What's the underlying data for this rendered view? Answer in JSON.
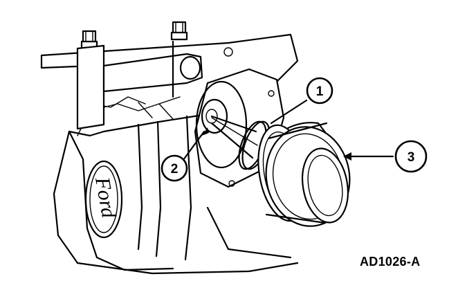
{
  "callouts": [
    {
      "id": "callout-1",
      "label": "1"
    },
    {
      "id": "callout-2",
      "label": "2"
    },
    {
      "id": "callout-3",
      "label": "3"
    }
  ],
  "reference_code": "AD1026-A",
  "logo_text": "Ford"
}
